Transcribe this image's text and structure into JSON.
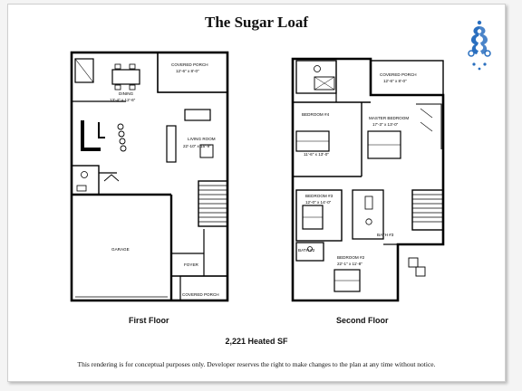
{
  "title": "The Sugar Loaf",
  "logo_icon": "swirl-logo-icon",
  "accent_color": "#2a6fbf",
  "floors": [
    {
      "label": "First Floor",
      "rooms": [
        {
          "name": "DINING",
          "size": "13'-4\" x 12'-6\""
        },
        {
          "name": "COVERED PORCH",
          "size": "12'-6\" x 8'-0\""
        },
        {
          "name": "LIVING ROOM",
          "size": "22'-10\" x 16'-9\""
        },
        {
          "name": "GARAGE",
          "size": ""
        },
        {
          "name": "FOYER",
          "size": ""
        },
        {
          "name": "COVERED PORCH",
          "size": ""
        }
      ]
    },
    {
      "label": "Second Floor",
      "rooms": [
        {
          "name": "COVERED PORCH",
          "size": "12'-6\" x 8'-0\""
        },
        {
          "name": "BEDROOM #4",
          "size": "11'-6\" x 13'-0\""
        },
        {
          "name": "MASTER BEDROOM",
          "size": "17'-3\" x 13'-0\""
        },
        {
          "name": "BEDROOM #3",
          "size": "12'-0\" x 14'-0\""
        },
        {
          "name": "BATH #3",
          "size": ""
        },
        {
          "name": "BATH #2",
          "size": ""
        },
        {
          "name": "BEDROOM #2",
          "size": "22'-1\" x 11'-8\""
        }
      ]
    }
  ],
  "heated_sf": "2,221 Heated SF",
  "disclaimer": "This rendering is for conceptual purposes only.  Developer reserves the right to make changes to the plan at any time without notice."
}
